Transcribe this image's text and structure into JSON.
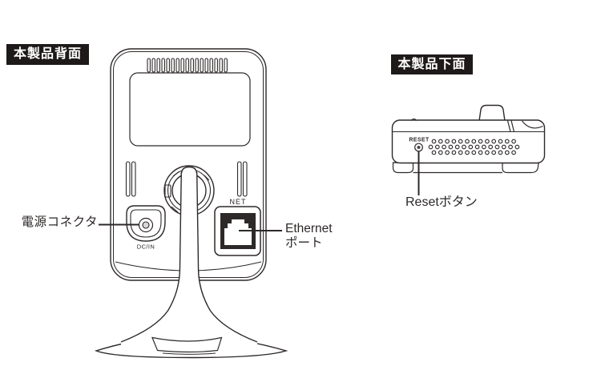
{
  "back_view": {
    "header": "本製品背面",
    "labels": {
      "power_connector": "電源コネクタ",
      "ethernet_line1": "Ethernet",
      "ethernet_line2": "ポート",
      "net_port": "NET",
      "dc_in": "DC/IN"
    }
  },
  "bottom_view": {
    "header": "本製品下面",
    "labels": {
      "reset_engraving": "RESET",
      "reset_button": "Resetボタン"
    }
  },
  "colors": {
    "line": "#2e2929",
    "header_bg": "#1f1a1a",
    "header_text": "#ffffff",
    "background": "#ffffff"
  }
}
